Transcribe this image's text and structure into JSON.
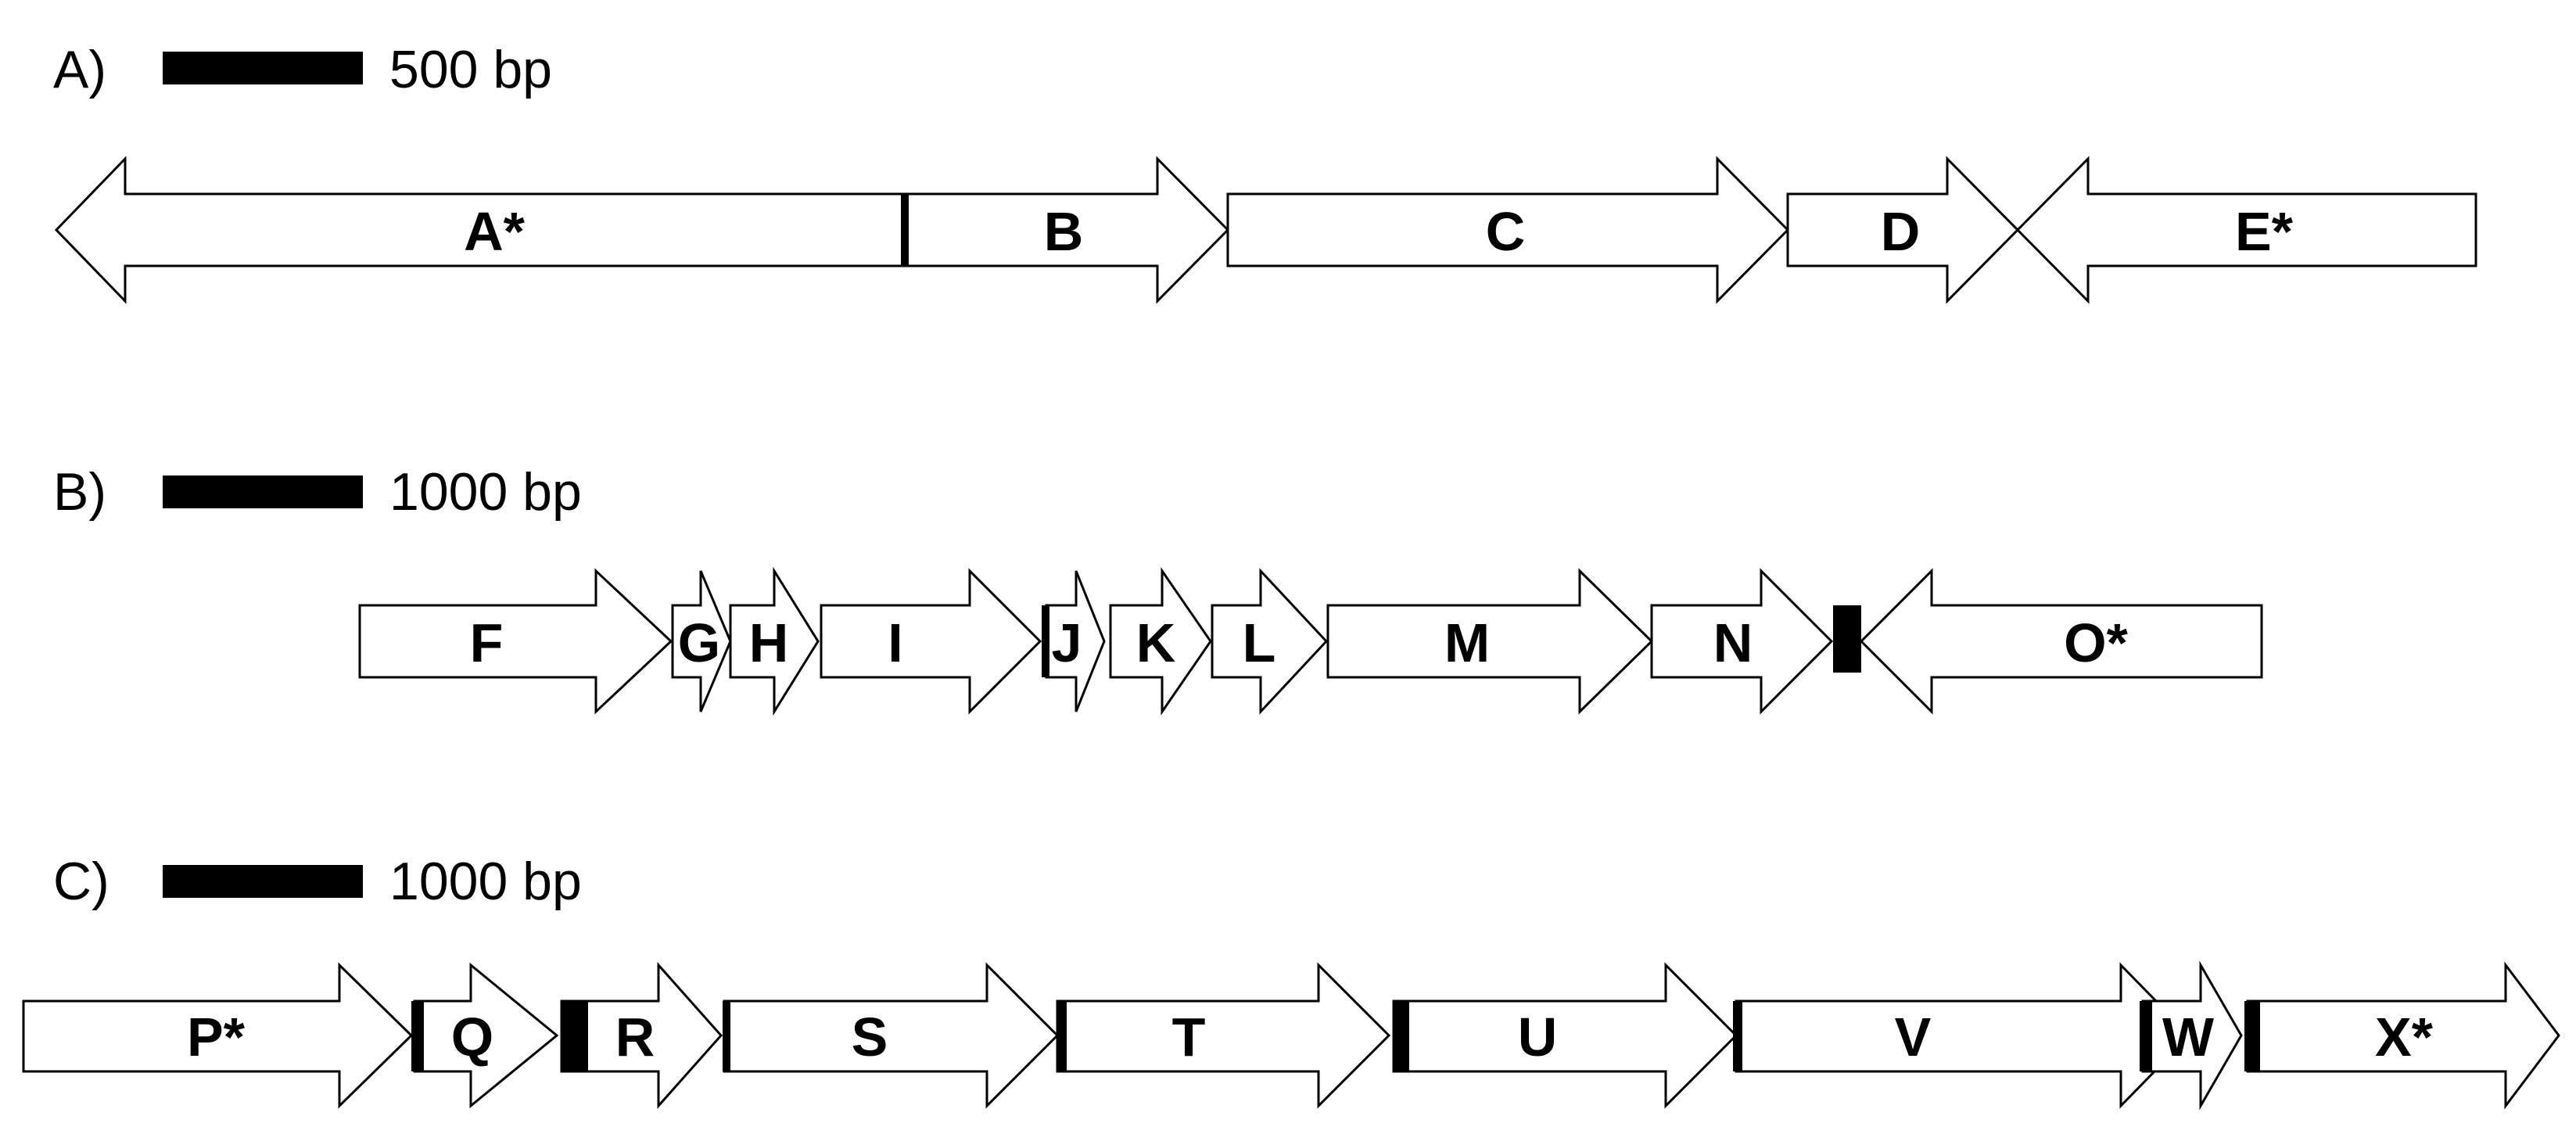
{
  "figure": {
    "panels": [
      {
        "id": "A",
        "label": "A)",
        "scale_bar_label": "500 bp",
        "genes": [
          {
            "name": "A*",
            "strand": "-"
          },
          {
            "name": "B",
            "strand": "+"
          },
          {
            "name": "C",
            "strand": "+"
          },
          {
            "name": "D",
            "strand": "+"
          },
          {
            "name": "E*",
            "strand": "-"
          }
        ]
      },
      {
        "id": "B",
        "label": "B)",
        "scale_bar_label": "1000 bp",
        "genes": [
          {
            "name": "F",
            "strand": "+"
          },
          {
            "name": "G",
            "strand": "+"
          },
          {
            "name": "H",
            "strand": "+"
          },
          {
            "name": "I",
            "strand": "+"
          },
          {
            "name": "J",
            "strand": "+"
          },
          {
            "name": "K",
            "strand": "+"
          },
          {
            "name": "L",
            "strand": "+"
          },
          {
            "name": "M",
            "strand": "+"
          },
          {
            "name": "N",
            "strand": "+"
          },
          {
            "name": "O*",
            "strand": "-"
          }
        ]
      },
      {
        "id": "C",
        "label": "C)",
        "scale_bar_label": "1000 bp",
        "genes": [
          {
            "name": "P*",
            "strand": "+"
          },
          {
            "name": "Q",
            "strand": "+"
          },
          {
            "name": "R",
            "strand": "+"
          },
          {
            "name": "S",
            "strand": "+"
          },
          {
            "name": "T",
            "strand": "+"
          },
          {
            "name": "U",
            "strand": "+"
          },
          {
            "name": "V",
            "strand": "+"
          },
          {
            "name": "W",
            "strand": "+"
          },
          {
            "name": "X*",
            "strand": "+"
          }
        ]
      }
    ],
    "colors": {
      "gene_fill": "#ffffff",
      "outline": "#000000",
      "marker": "#000000"
    }
  }
}
